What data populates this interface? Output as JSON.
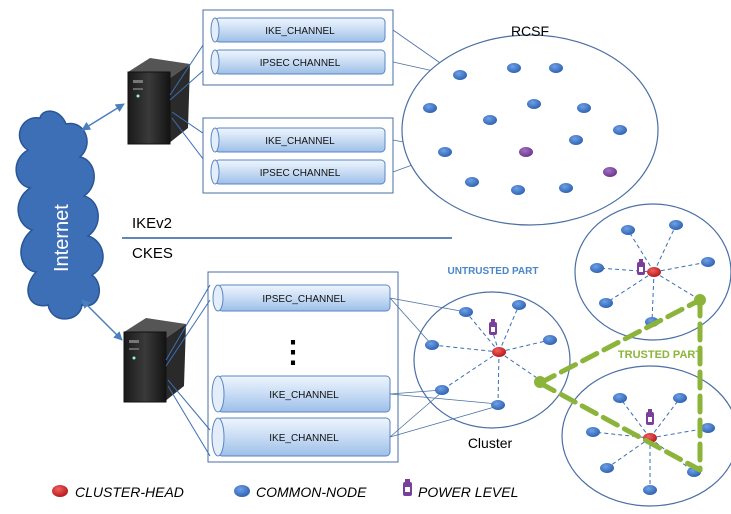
{
  "internet_label": "Internet",
  "rcsf_label": "RCSF",
  "protocol_labels": {
    "top": "IKEv2",
    "bottom": "CKES"
  },
  "channels": {
    "upper_group_1": [
      "IKE_CHANNEL",
      "IPSEC  CHANNEL"
    ],
    "upper_group_2": [
      "IKE_CHANNEL",
      "IPSEC  CHANNEL"
    ],
    "lower_group": [
      "IPSEC_CHANNEL",
      "IKE_CHANNEL",
      "IKE_CHANNEL"
    ]
  },
  "ellipsis": "⋮",
  "cluster_label": "Cluster",
  "untrusted_label": "UNTRUSTED PART",
  "trusted_label": "TRUSTED PART",
  "legend": {
    "cluster_head": "CLUSTER-HEAD",
    "common_node": "COMMON-NODE",
    "power_level": "POWER LEVEL"
  },
  "colors": {
    "cloud": "#3c6db5",
    "node_blue": "#2f67b9",
    "node_red": "#cc2222",
    "node_purple": "#7a3f9a",
    "trusted_green": "#8db43a",
    "untrusted_blue": "#4a86c8",
    "channel_fill": "#cfe0f6"
  }
}
